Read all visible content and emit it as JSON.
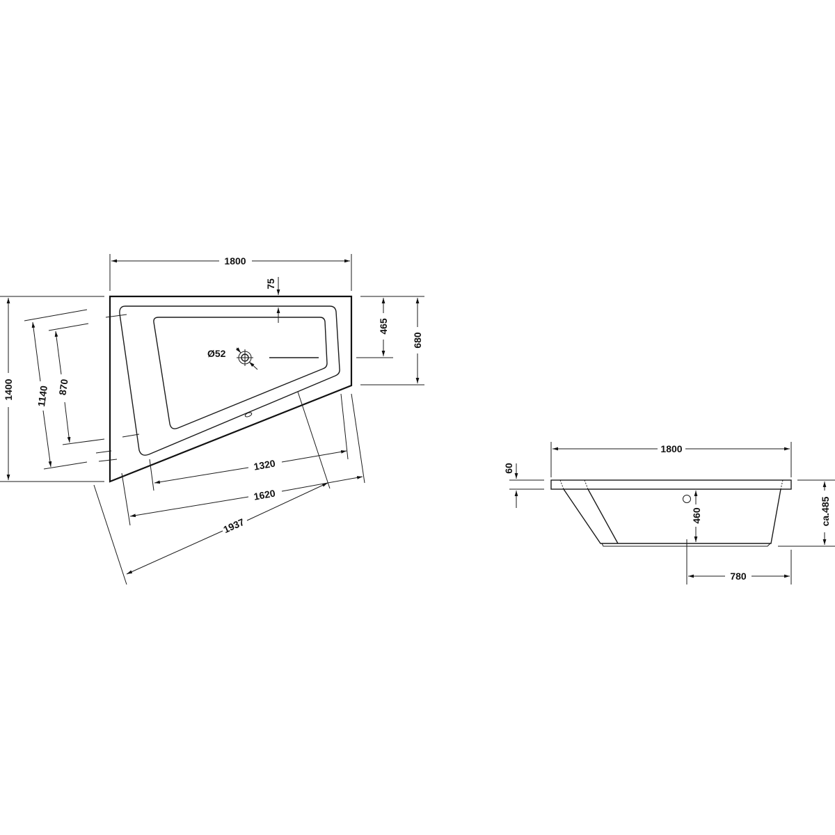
{
  "plan_view": {
    "width_label": "1800",
    "rim_offset_label": "75",
    "drain_diameter_label": "Ø52",
    "drain_offset_label": "465",
    "right_side_label": "680",
    "depth_label": "1400",
    "inner_rim_label": "1140",
    "basin_label": "870",
    "basin_length_label": "1320",
    "rim_length_label": "1620",
    "diagonal_label": "1937"
  },
  "side_view": {
    "width_label": "1800",
    "rim_height_label": "60",
    "inner_depth_label": "460",
    "total_height_label": "ca.485",
    "drain_position_label": "780"
  }
}
